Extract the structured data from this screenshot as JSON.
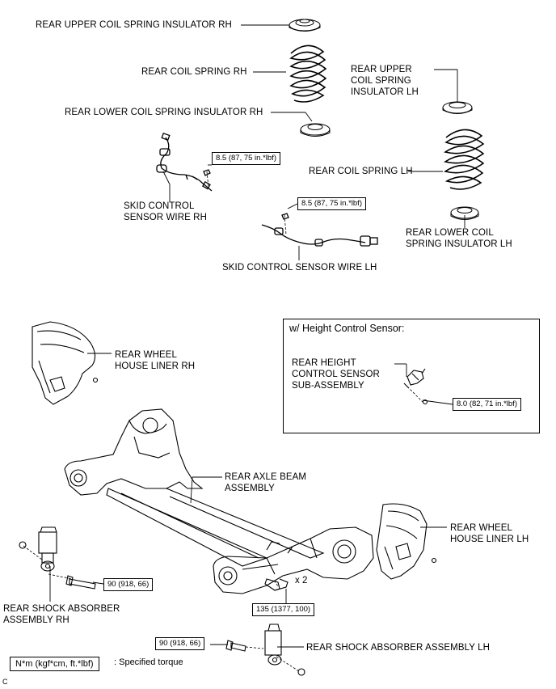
{
  "labels": {
    "upper_insulator_rh": "REAR UPPER COIL SPRING INSULATOR RH",
    "coil_spring_rh": "REAR COIL SPRING RH",
    "upper_insulator_lh": "REAR UPPER\nCOIL SPRING\nINSULATOR LH",
    "lower_insulator_rh": "REAR LOWER COIL SPRING INSULATOR RH",
    "coil_spring_lh": "REAR COIL SPRING LH",
    "skid_wire_rh": "SKID CONTROL\nSENSOR WIRE RH",
    "lower_insulator_lh": "REAR LOWER COIL\nSPRING INSULATOR LH",
    "skid_wire_lh": "SKID CONTROL SENSOR WIRE LH",
    "wheel_liner_rh": "REAR WHEEL\nHOUSE LINER RH",
    "height_sensor": "REAR HEIGHT\nCONTROL SENSOR\nSUB-ASSEMBLY",
    "axle_beam": "REAR AXLE BEAM\nASSEMBLY",
    "wheel_liner_lh": "REAR WHEEL\nHOUSE LINER LH",
    "shock_rh": "REAR SHOCK ABSORBER\nASSEMBLY RH",
    "shock_lh": "REAR SHOCK ABSORBER ASSEMBLY LH"
  },
  "torques": {
    "skid_rh": "8.5 (87, 75 in.*lbf)",
    "skid_lh": "8.5 (87, 75 in.*lbf)",
    "height_sensor": "8.0 (82, 71 in.*lbf)",
    "shock_rh_bolt": "90 (918, 66)",
    "beam_bolt": "135 (1377, 100)",
    "shock_lh_bolt": "90 (918, 66)"
  },
  "quantity": {
    "beam_bolt": "x 2"
  },
  "height_control_box": {
    "title": "w/ Height Control Sensor:"
  },
  "legend": {
    "unit": "N*m (kgf*cm, ft.*lbf)",
    "meaning": ": Specified torque"
  },
  "corner_mark": "C"
}
